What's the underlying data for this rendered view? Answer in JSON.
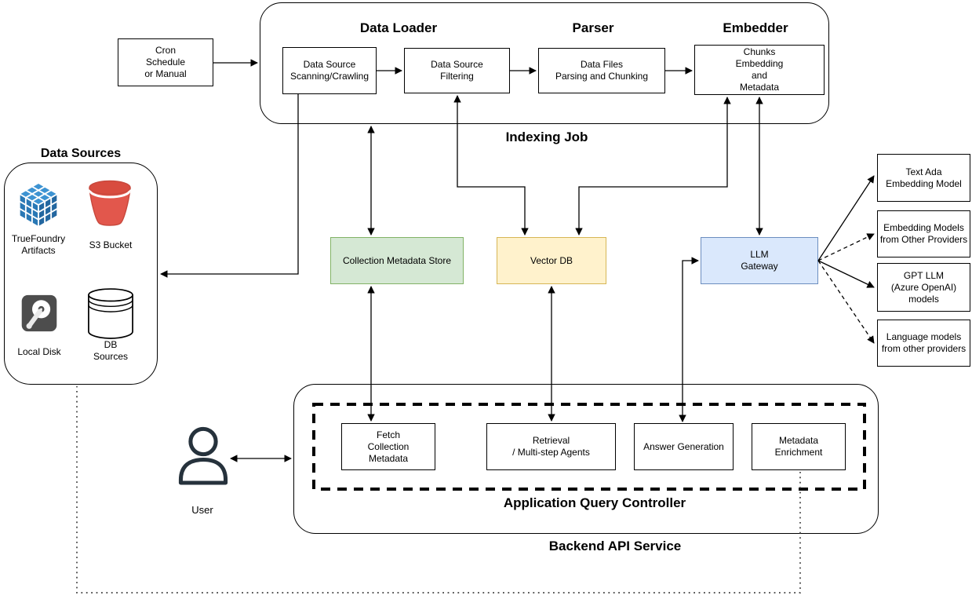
{
  "trigger": {
    "label": "Cron\nSchedule\nor Manual"
  },
  "indexing_job": {
    "label": "Indexing Job",
    "headers": {
      "data_loader": "Data Loader",
      "parser": "Parser",
      "embedder": "Embedder"
    },
    "steps": [
      {
        "label": "Data Source\nScanning/Crawling"
      },
      {
        "label": "Data Source\nFiltering"
      },
      {
        "label": "Data Files\nParsing and Chunking"
      },
      {
        "label": "Chunks\nEmbedding\nand\nMetadata"
      }
    ]
  },
  "data_sources": {
    "title": "Data Sources",
    "items": [
      {
        "icon": "cube-icon",
        "label": "TrueFoundry\nArtifacts",
        "color": "#2978B5"
      },
      {
        "icon": "bucket-icon",
        "label": "S3 Bucket",
        "color": "#E2574C"
      },
      {
        "icon": "disk-icon",
        "label": "Local Disk",
        "color": "#4D4D4D"
      },
      {
        "icon": "database-icon",
        "label": "DB\nSources",
        "color": "#FFFFFF"
      }
    ]
  },
  "stores": {
    "collection_metadata_store": {
      "label": "Collection Metadata Store",
      "fill": "#d5e8d4",
      "stroke": "#82b366"
    },
    "vector_db": {
      "label": "Vector DB",
      "fill": "#fff2cc",
      "stroke": "#d6b656"
    },
    "llm_gateway": {
      "label": "LLM\nGateway",
      "fill": "#dae8fc",
      "stroke": "#6c8ebf"
    }
  },
  "models": [
    {
      "label": "Text Ada\nEmbedding Model",
      "connector": "solid"
    },
    {
      "label": "Embedding Models\nfrom Other Providers",
      "connector": "dashed"
    },
    {
      "label": "GPT LLM\n(Azure OpenAI)\nmodels",
      "connector": "solid"
    },
    {
      "label": "Language models\nfrom other providers",
      "connector": "dashed"
    }
  ],
  "backend": {
    "label": "Backend API Service",
    "controller": {
      "label": "Application Query Controller",
      "steps": [
        {
          "label": "Fetch\nCollection\nMetadata"
        },
        {
          "label": "Retrieval\n/ Multi-step Agents"
        },
        {
          "label": "Answer Generation"
        },
        {
          "label": "Metadata\nEnrichment"
        }
      ]
    }
  },
  "user": {
    "label": "User"
  }
}
